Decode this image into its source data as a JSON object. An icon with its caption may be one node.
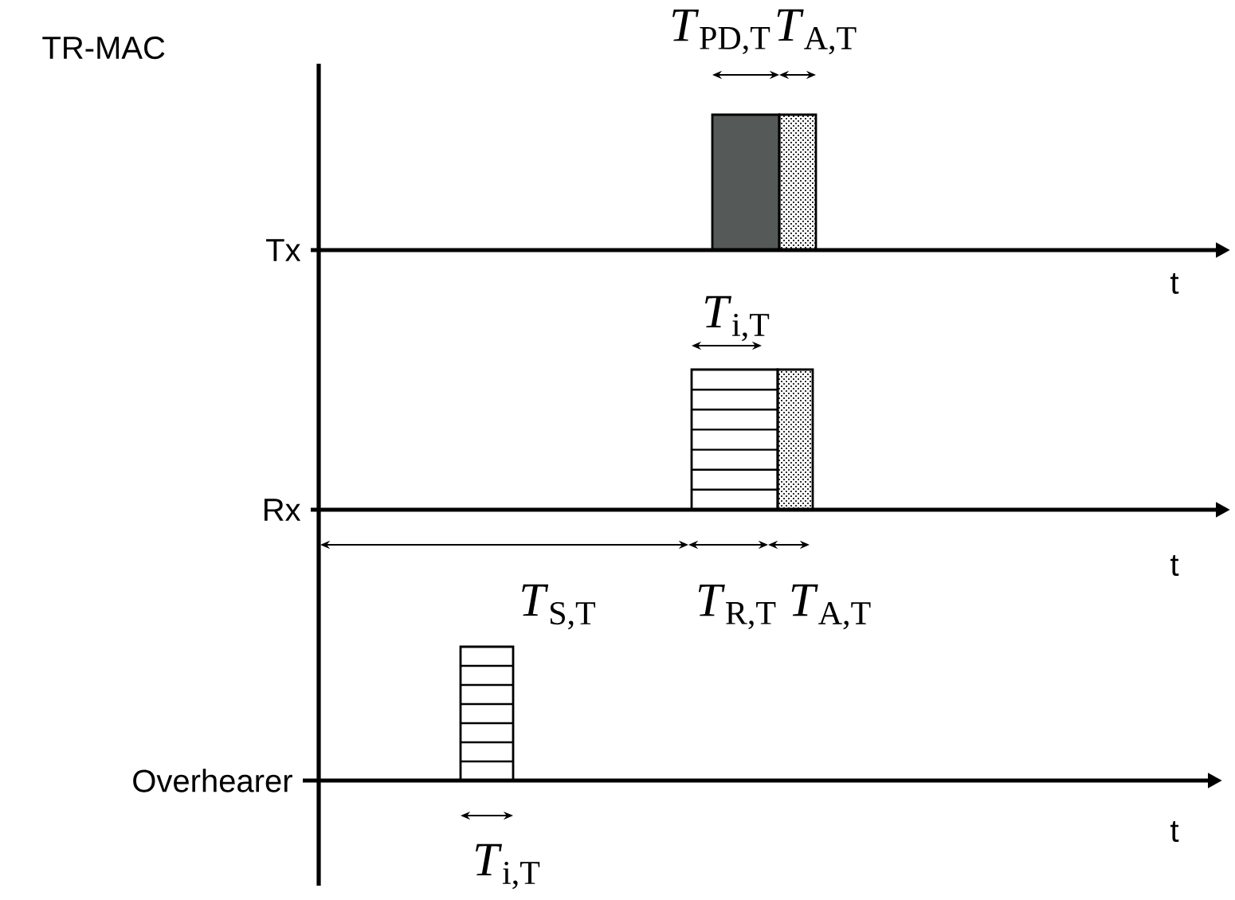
{
  "diagram": {
    "labels": [
      "TR-MAC",
      "*T*$_{PD,T}$",
      "*T*$_{A,T}$",
      "Tx",
      "t",
      "*T*$_{i,T}$",
      "Rx",
      "t",
      "*T*$_{S,T}$",
      "*T*$_{R,T}$",
      "*T*$_{A,T}$",
      "Overhearer",
      "t",
      "*T*$_{i,T}$"
    ]
  }
}
